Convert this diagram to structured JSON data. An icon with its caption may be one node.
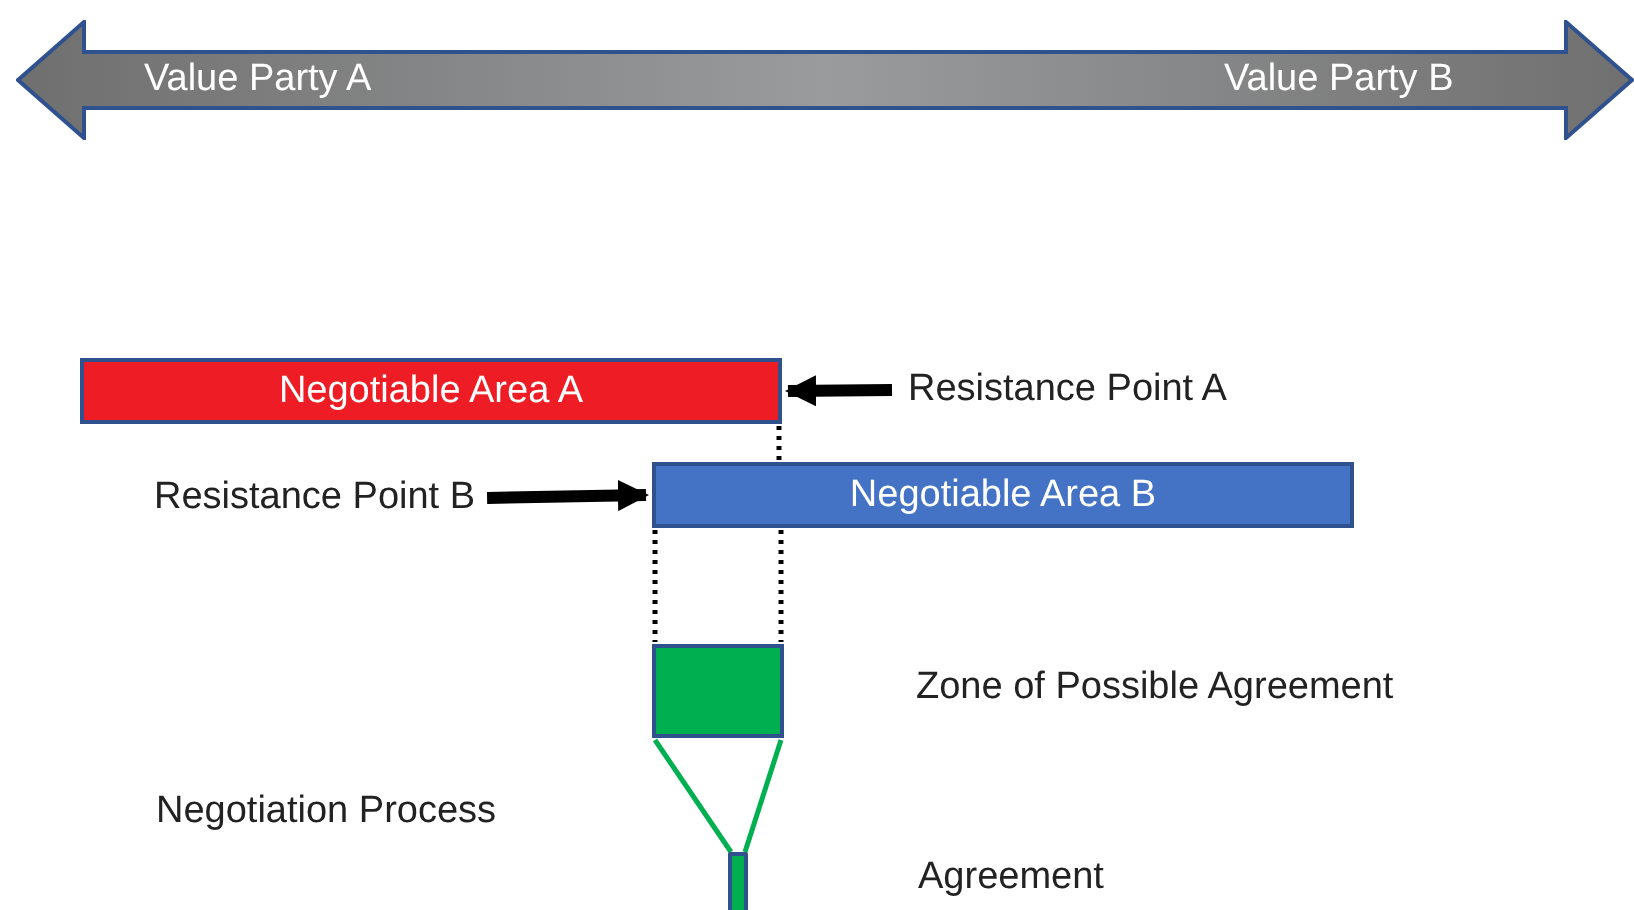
{
  "diagram": {
    "nodes": [
      {
        "text": [
          "Value Party A",
          "Value Party B"
        ]
      },
      {
        "text": [
          "Negotiable Area A"
        ]
      },
      {
        "text": [
          "Resistance Point A"
        ]
      },
      {
        "text": [
          "Resistance Point B"
        ]
      },
      {
        "text": [
          "Negotiable Area B"
        ]
      },
      {
        "text": [],
        "shape": "box"
      },
      {
        "text": [],
        "shape": "bar"
      }
    ],
    "edges": [
      {
        "from": 2,
        "to": 1,
        "arrow": "to",
        "style": "thick"
      },
      {
        "from": 3,
        "to": 4,
        "arrow": "to",
        "style": "thick"
      },
      {
        "from": 1,
        "to": 4,
        "arrow": "none",
        "style": "dashed"
      },
      {
        "from": 4,
        "to": 5,
        "arrow": "none",
        "style": "dashed"
      },
      {
        "from": 4,
        "to": 5,
        "arrow": "none",
        "style": "dashed"
      },
      {
        "from": 5,
        "to": 6,
        "arrow": "none",
        "color": "#00b050"
      },
      {
        "from": 5,
        "to": 6,
        "arrow": "none",
        "color": "#00b050"
      }
    ],
    "labels": [
      "Zone of Possible Agreement",
      "Negotiation Process",
      "Agreement"
    ]
  }
}
